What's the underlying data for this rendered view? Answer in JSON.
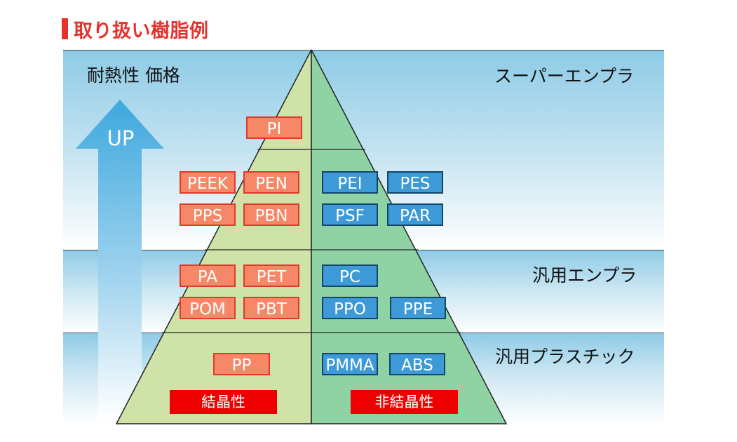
{
  "title": "取り扱い樹脂例",
  "axis_label": "耐熱性 価格",
  "arrow_label": "UP",
  "tiers": {
    "super": "スーパーエンプラ",
    "general_eng": "汎用エンプラ",
    "general": "汎用プラスチック"
  },
  "crystalline": {
    "label": "結晶性",
    "top": "PI",
    "super": [
      "PEEK",
      "PEN",
      "PPS",
      "PBN"
    ],
    "general_eng": [
      "PA",
      "PET",
      "POM",
      "PBT"
    ],
    "general": [
      "PP"
    ]
  },
  "amorphous": {
    "label": "非結晶性",
    "super": [
      "PEI",
      "PES",
      "PSF",
      "PAR"
    ],
    "general_eng": [
      "PC",
      "PPO",
      "PPE"
    ],
    "general": [
      "PMMA",
      "ABS"
    ]
  },
  "colors": {
    "title": "#e5322d",
    "crystalline_fill": "#f68767",
    "crystalline_border": "#e03a2a",
    "amorphous_fill": "#3d9ad6",
    "amorphous_border": "#12466a",
    "pyramid_left": "#cfe3a8",
    "pyramid_right": "#8fd2a4",
    "arrow": "#59b5e3",
    "category_label": "#ee0000"
  }
}
